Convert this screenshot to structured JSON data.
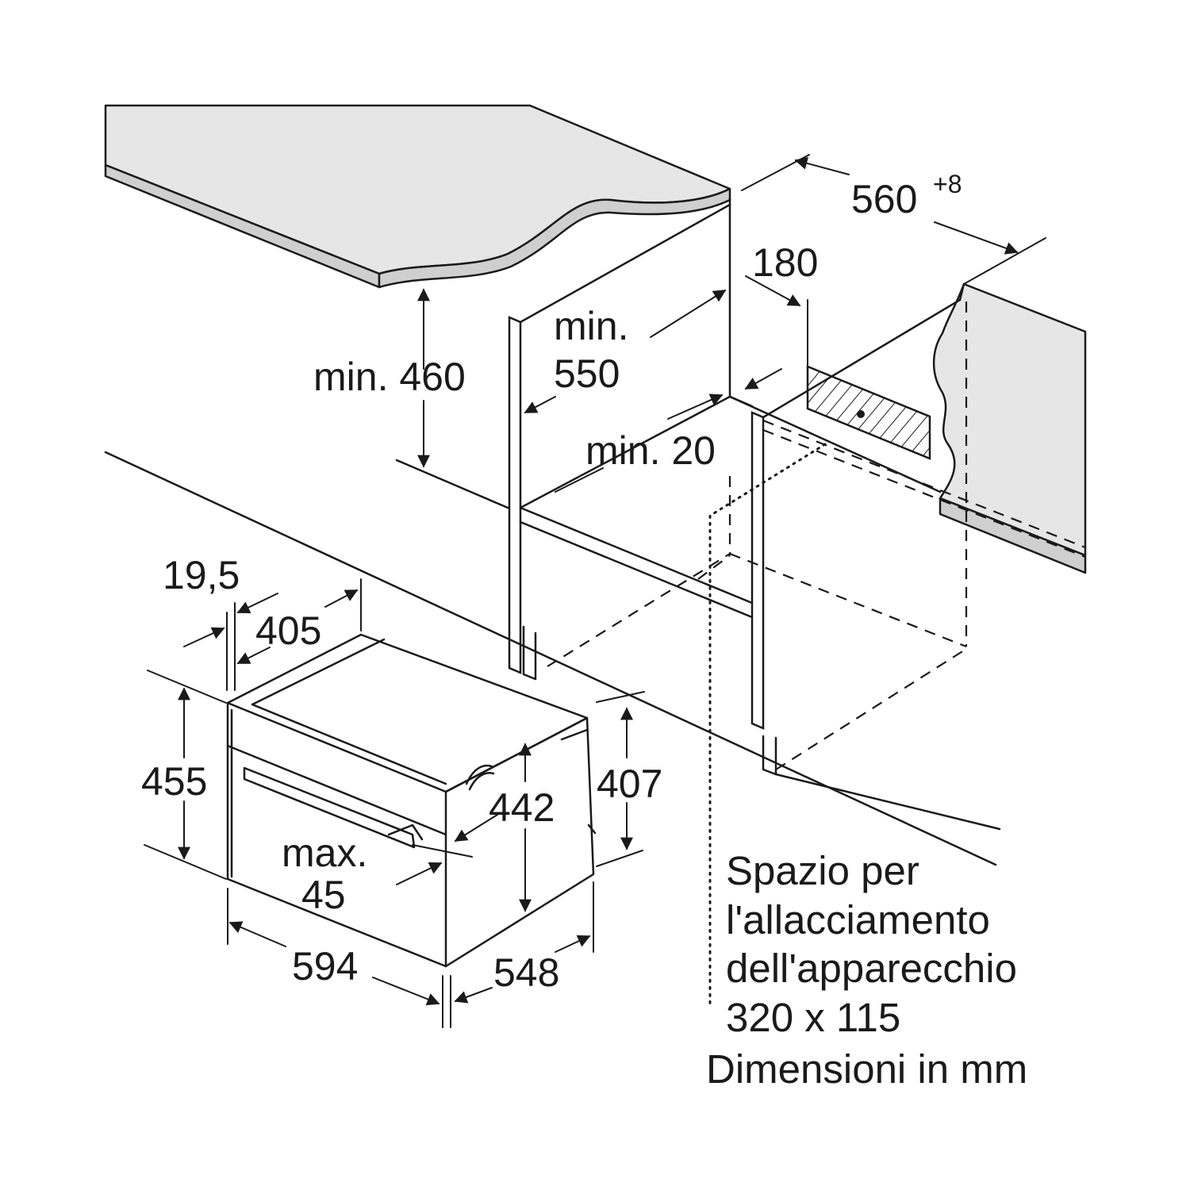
{
  "diagram": {
    "dimensions": {
      "niche_width": "560",
      "niche_width_tolerance": "+8",
      "socket_offset": "180",
      "min_depth_line1": "min.",
      "min_depth_line2": "550",
      "min_height": "min. 460",
      "min_gap": "min. 20",
      "front_offset": "19,5",
      "top_depth": "405",
      "total_height": "455",
      "body_height_442": "442",
      "body_height_407": "407",
      "max_line1": "max.",
      "max_line2": "45",
      "front_width": "594",
      "body_depth": "548"
    },
    "notes": {
      "line1": "Spazio per",
      "line2": "l'allacciamento",
      "line3": "dell'apparecchio",
      "line4": "320 x 115",
      "line5": "Dimensioni in mm"
    },
    "icons": {
      "dimension_arrow": "arrowhead",
      "socket": "hatched-connection-box"
    }
  }
}
